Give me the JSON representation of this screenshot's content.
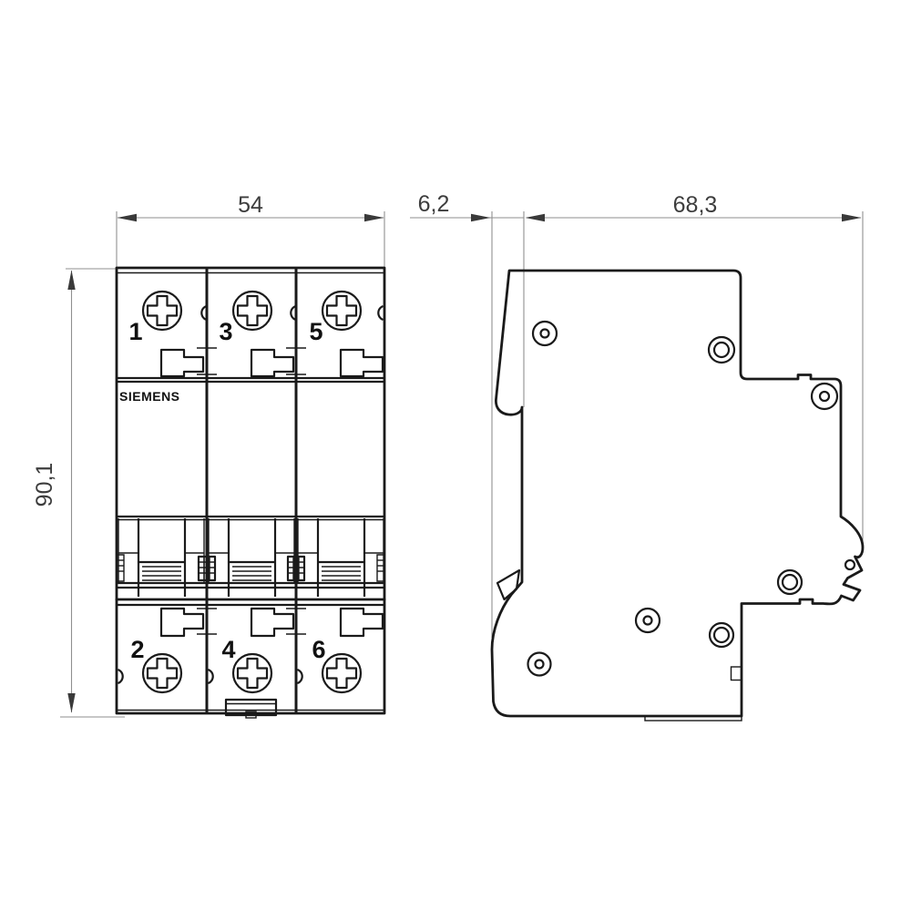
{
  "brand": "SIEMENS",
  "dimensions": {
    "front_width": "54",
    "front_height": "90,1",
    "side_offset": "6,2",
    "side_depth": "68,3"
  },
  "front_view": {
    "pole_labels_top": [
      "1",
      "3",
      "5"
    ],
    "pole_labels_bottom": [
      "2",
      "4",
      "6"
    ]
  },
  "colors": {
    "outline": "#1a1a1a",
    "dimension_line": "#8f8f8f",
    "dimension_text": "#3d3d3d",
    "background": "#ffffff"
  }
}
